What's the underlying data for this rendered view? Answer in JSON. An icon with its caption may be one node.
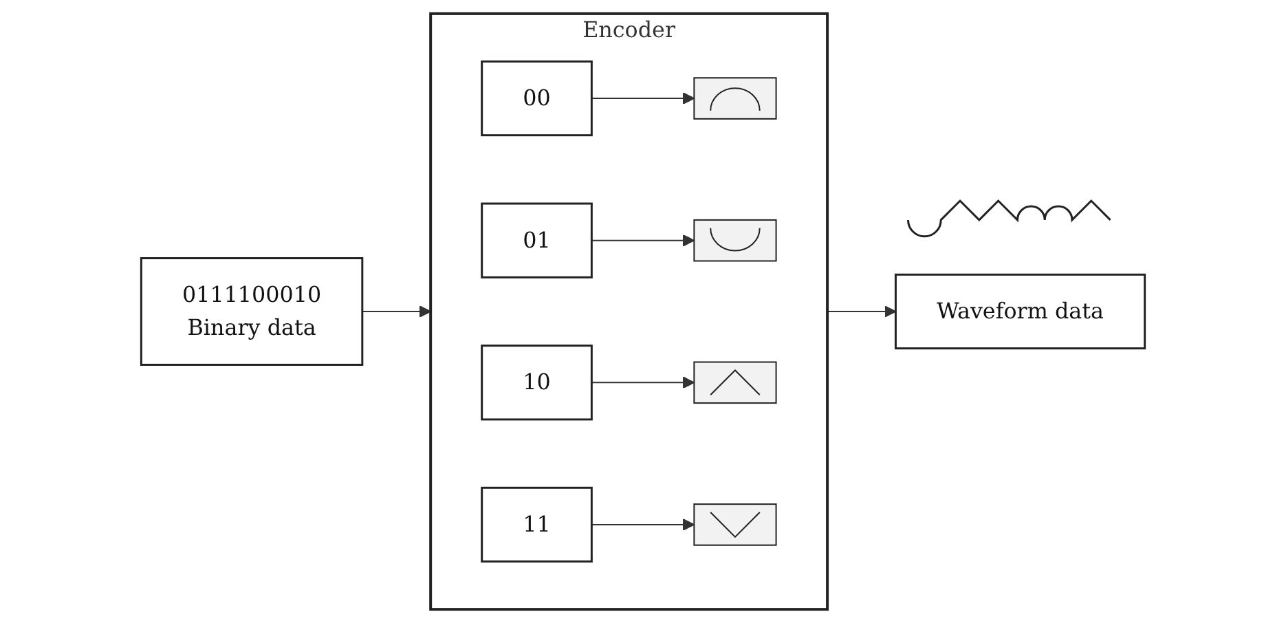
{
  "diagram": {
    "nodes": [
      {
        "text": [
          "Encoder"
        ]
      },
      {
        "text": [
          "0111100010",
          "Binary data"
        ]
      },
      {
        "text": [
          "00"
        ],
        "in": 0
      },
      {
        "text": [],
        "shape": "picture",
        "in": 0
      },
      {
        "text": [
          "01"
        ],
        "in": 0
      },
      {
        "text": [],
        "shape": "picture",
        "in": 0
      },
      {
        "text": [
          "10"
        ],
        "in": 0
      },
      {
        "text": [],
        "shape": "picture",
        "in": 0
      },
      {
        "text": [
          "11"
        ],
        "in": 0
      },
      {
        "text": [],
        "shape": "picture",
        "in": 0
      },
      {
        "text": [
          "Waveform data"
        ]
      }
    ],
    "edges": [
      {
        "from": 1,
        "to": 0,
        "arrow": "to"
      },
      {
        "from": 2,
        "to": 3,
        "arrow": "to"
      },
      {
        "from": 4,
        "to": 5,
        "arrow": "to"
      },
      {
        "from": 6,
        "to": 7,
        "arrow": "to"
      },
      {
        "from": 8,
        "to": 9,
        "arrow": "to"
      },
      {
        "from": 0,
        "to": 10,
        "arrow": "to"
      }
    ]
  }
}
